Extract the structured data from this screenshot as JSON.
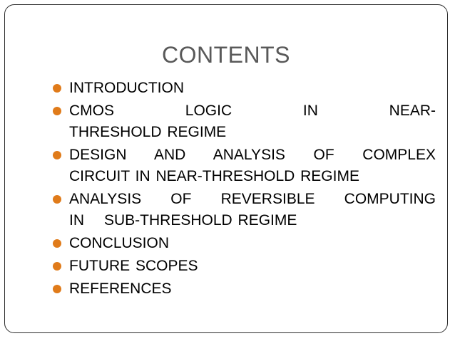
{
  "slide": {
    "title": "CONTENTS",
    "bullet_color": "#e07b1a",
    "items": [
      {
        "lines": [
          "INTRODUCTION"
        ]
      },
      {
        "lines": [
          "CMOS LOGIC IN NEAR-",
          "THRESHOLD REGIME"
        ]
      },
      {
        "lines": [
          "DESIGN AND ANALYSIS OF COMPLEX",
          "CIRCUIT IN NEAR-THRESHOLD REGIME"
        ]
      },
      {
        "lines": [
          "ANALYSIS OF REVERSIBLE COMPUTING",
          "IN",
          "SUB-THRESHOLD REGIME"
        ]
      },
      {
        "lines": [
          "CONCLUSION"
        ]
      },
      {
        "lines": [
          "FUTURE SCOPES"
        ]
      },
      {
        "lines": [
          "REFERENCES"
        ]
      }
    ]
  }
}
